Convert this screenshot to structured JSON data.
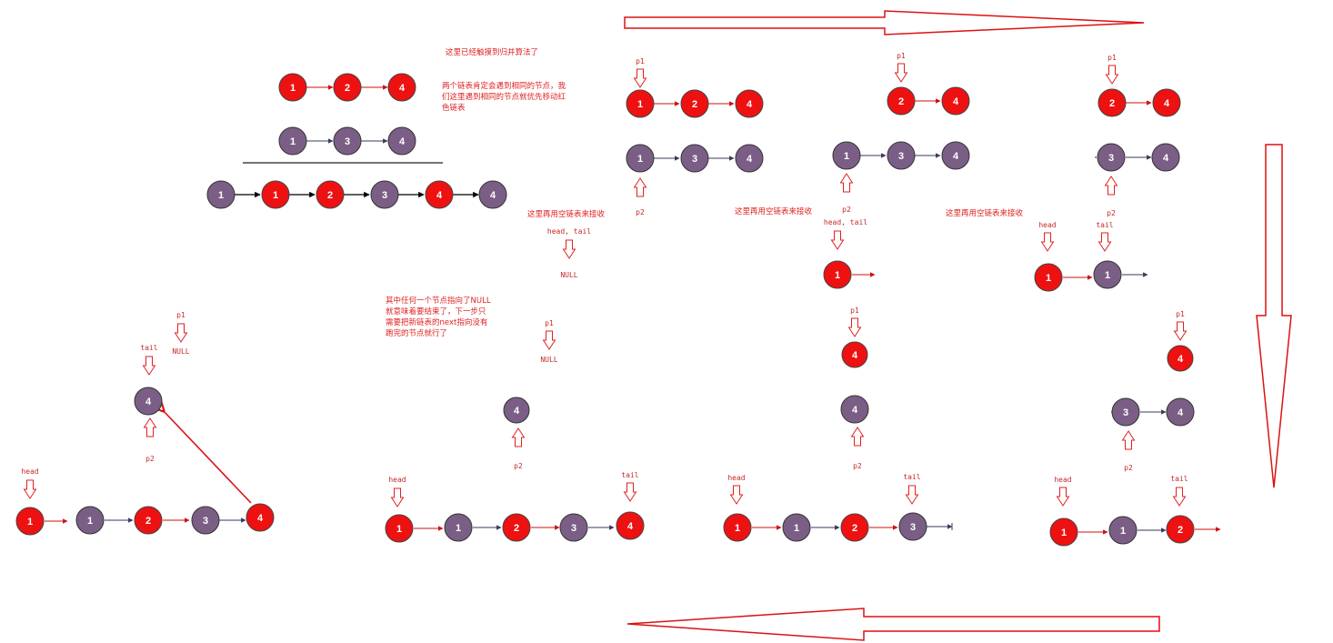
{
  "colors": {
    "red_node": "#ee1111",
    "purple_node": "#7b5e85",
    "accent": "#e02020",
    "link_dark": "#3a3a5a",
    "link_black": "#000000"
  },
  "notes": {
    "recursion_note": "这里已经触摸到归并算法了",
    "same_node_note_1": "两个链表肯定会遇到相同的节点，我",
    "same_node_note_2": "们这里遇到相同的节点就优先移动红",
    "same_node_note_3": "色链表",
    "receive_note_1": "这里再用空链表来接收",
    "receive_note_2": "这里再用空链表来接收",
    "receive_note_3": "这里再用空链表来接收",
    "end_note_1": "其中任何一个节点指向了NULL",
    "end_note_2": "就意味着要结束了，下一步只",
    "end_note_3": "需要把新链表的next指向没有",
    "end_note_4": "跑完的节点就行了"
  },
  "labels": {
    "p1": "p1",
    "p2": "p2",
    "head": "head",
    "tail": "tail",
    "head_tail": "head, tail",
    "null": "NULL"
  },
  "values": {
    "one": "1",
    "two": "2",
    "three": "3",
    "four": "4"
  }
}
